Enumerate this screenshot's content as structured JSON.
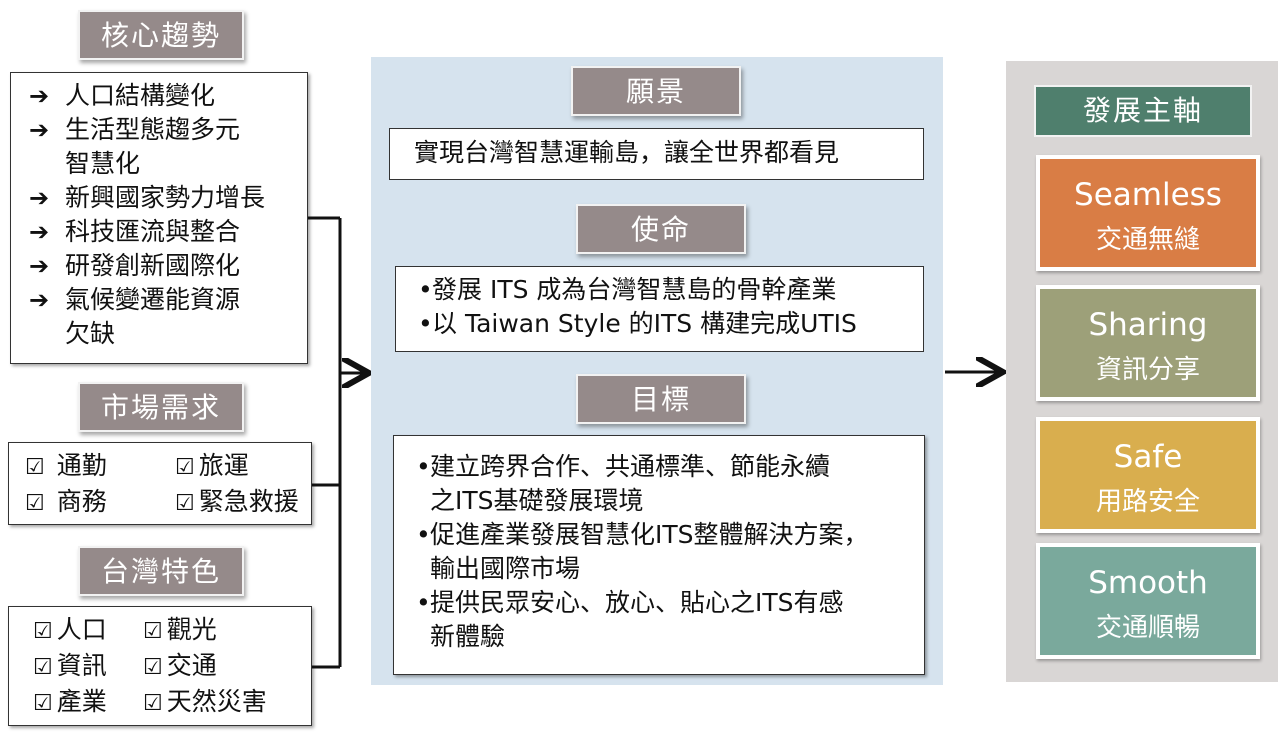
{
  "left": {
    "core_trends": {
      "title": "核心趨勢",
      "items": [
        [
          "人口結構變化"
        ],
        [
          "生活型態趨多元",
          "智慧化"
        ],
        [
          "新興國家勢力增長"
        ],
        [
          "科技匯流與整合"
        ],
        [
          "研發創新國際化"
        ],
        [
          "氣候變遷能資源",
          "欠缺"
        ]
      ],
      "arrow_glyph": "➔"
    },
    "market_demand": {
      "title": "市場需求",
      "items": [
        "通勤",
        "旅運",
        "商務",
        "緊急救援"
      ]
    },
    "taiwan_features": {
      "title": "台灣特色",
      "items": [
        "人口",
        "觀光",
        "資訊",
        "交通",
        "產業",
        "天然災害"
      ]
    },
    "checkbox_glyph": "☑"
  },
  "center": {
    "vision": {
      "title": "願景",
      "text": "實現台灣智慧運輸島，讓全世界都看見"
    },
    "mission": {
      "title": "使命",
      "items": [
        "發展 ITS 成為台灣智慧島的骨幹產業",
        "以 Taiwan Style 的ITS 構建完成UTIS"
      ]
    },
    "goals": {
      "title": "目標",
      "items": [
        [
          "建立跨界合作、共通標準、節能永續",
          "之ITS基礎發展環境"
        ],
        [
          "促進產業發展智慧化ITS整體解決方案，",
          "輸出國際市場"
        ],
        [
          "提供民眾安心、放心、貼心之ITS有感",
          "新體驗"
        ]
      ]
    },
    "bullet_glyph": "•"
  },
  "right": {
    "title": "發展主軸",
    "axes": [
      {
        "en": "Seamless",
        "zh": "交通無縫",
        "color": "#d97d45"
      },
      {
        "en": "Sharing",
        "zh": "資訊分享",
        "color": "#9da079"
      },
      {
        "en": "Safe",
        "zh": "用路安全",
        "color": "#d9ae4e"
      },
      {
        "en": "Smooth",
        "zh": "交通順暢",
        "color": "#7aa99c"
      }
    ]
  },
  "colors": {
    "header_gray": "#958a8a",
    "center_panel": "#d6e3ee",
    "right_panel": "#d9d6d5",
    "right_title": "#4f7f6d"
  }
}
